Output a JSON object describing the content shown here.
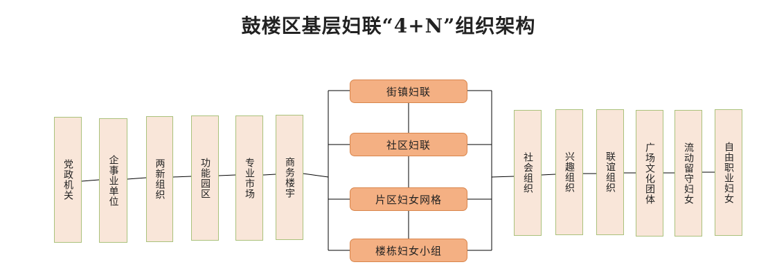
{
  "title": "鼓楼区基层妇联“4+N”组织架构",
  "left_units": [
    "党政机关",
    "企事业单位",
    "两新组织",
    "功能园区",
    "专业市场",
    "商务楼宇"
  ],
  "center_units": [
    "街镇妇联",
    "社区妇联",
    "片区妇女网格",
    "楼栋妇女小组"
  ],
  "right_units": [
    "社会组织",
    "兴趣组织",
    "联谊组织",
    "广场文化团体",
    "流动留守妇女",
    "自由职业妇女"
  ],
  "colors": {
    "left_right_fill": "#f9e6d9",
    "left_right_border": "#a9c17a",
    "center_fill": "#f4b083",
    "center_border": "#d8844a",
    "line": "#000000"
  }
}
